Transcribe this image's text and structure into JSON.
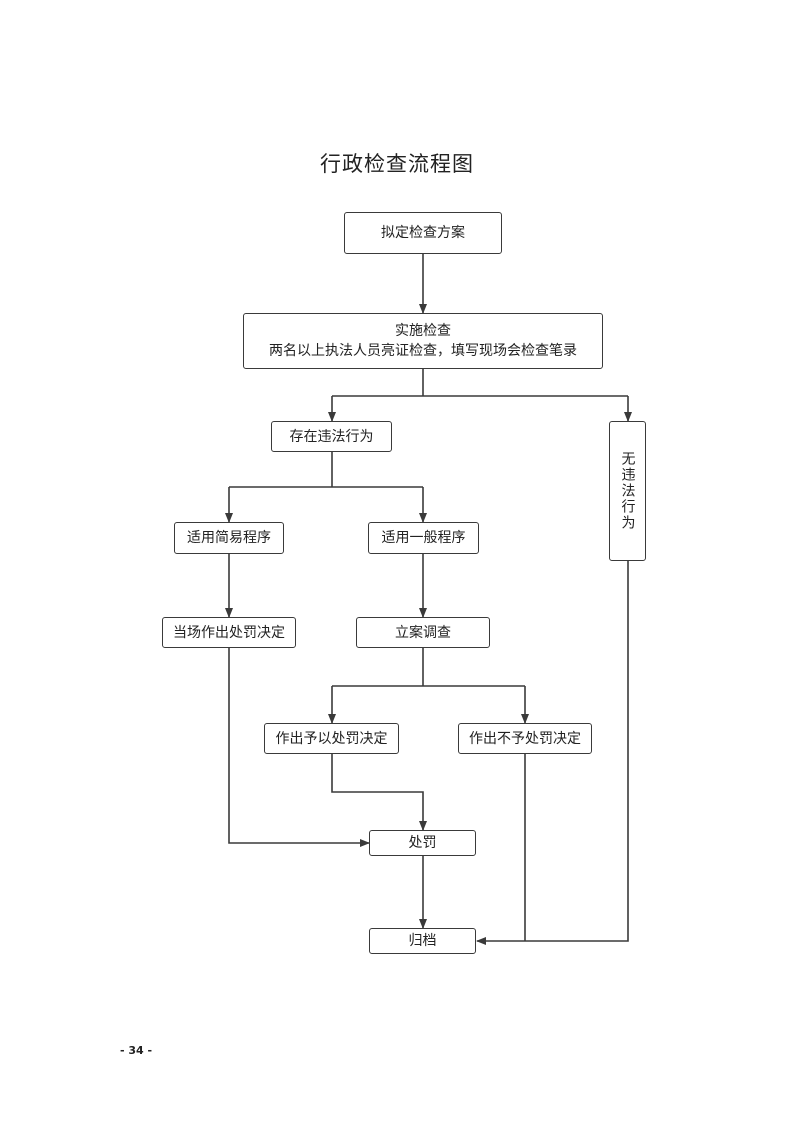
{
  "title": "行政检查流程图",
  "nodes": {
    "plan": "拟定检查方案",
    "implement_line1": "实施检查",
    "implement_line2": "两名以上执法人员亮证检查，填写现场会检查笔录",
    "violation": "存在违法行为",
    "no_violation": "无违法行为",
    "simple": "适用简易程序",
    "general": "适用一般程序",
    "onsite_decision": "当场作出处罚决定",
    "filing": "立案调查",
    "penalty_decision": "作出予以处罚决定",
    "no_penalty_decision": "作出不予处罚决定",
    "penalty": "处罚",
    "archive": "归档"
  },
  "page_number": "- 34 -"
}
